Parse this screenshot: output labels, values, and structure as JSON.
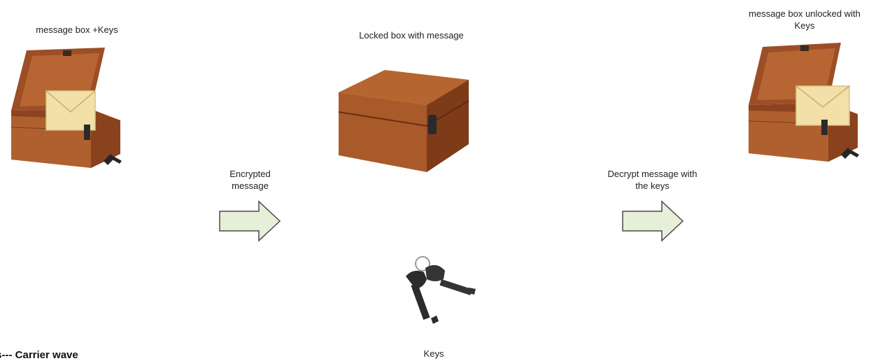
{
  "labels": {
    "left_box": "message box +Keys",
    "center_box": "Locked box with message",
    "right_box": "message box unlocked with Keys",
    "arrow1": "Encrypted message",
    "arrow2": "Decrypt message with the keys",
    "keys": "Keys",
    "footer_partial": "Is--- Carrier wave"
  },
  "colors": {
    "wood": "#a8572c",
    "wood_dark": "#6e3315",
    "arrow_fill": "#e6efd8",
    "envelope": "#f5e6b5"
  }
}
